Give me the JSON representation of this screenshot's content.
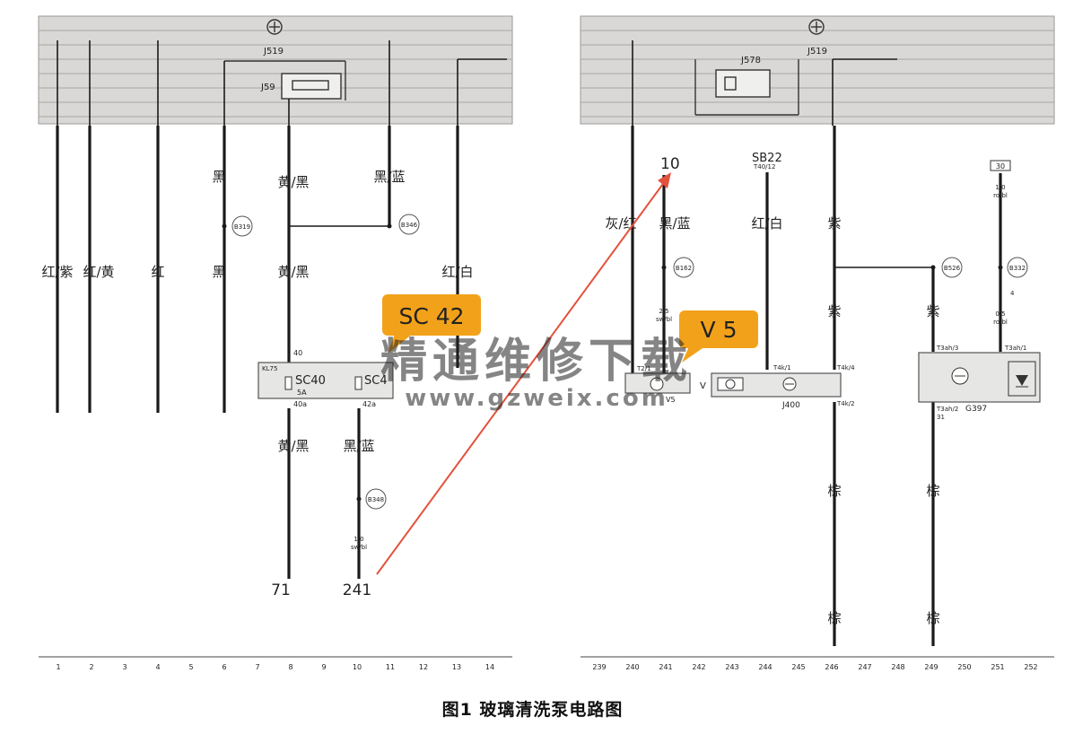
{
  "caption": "图1 玻璃清洗泵电路图",
  "watermark": {
    "text1": "精通维修下载",
    "text2": "www.gzweix.com"
  },
  "callouts": {
    "sc42": "SC 42",
    "v5": "V 5"
  },
  "colors": {
    "band": "#d9d8d6",
    "wire": "#1a1a1a",
    "callout": "#f2a21a",
    "arrow": "#e4513c",
    "watermark": "#f0a090",
    "box": "#e6e6e4"
  },
  "left": {
    "relays": {
      "j519": "J519",
      "j59": "J59"
    },
    "wires": {
      "c1": "红/紫",
      "c2": "红/黄",
      "c4": "红",
      "c6a": "黑",
      "c6b": "黑",
      "c8a": "黄/黑",
      "c8b": "黄/黑",
      "c8c": "黄/黑",
      "c11": "黑/蓝",
      "c10": "黑/蓝",
      "c13": "红/白"
    },
    "connectors": {
      "b319": "B319",
      "b346": "B346",
      "b348": "B348"
    },
    "fuse_box": {
      "kl75": "KL75",
      "sc40": "SC40",
      "sc40_rating": "5A",
      "sc42": "SC4",
      "pin40": "40",
      "pin40a": "40a",
      "pin42a": "42a"
    },
    "gauge": {
      "size": "1.0",
      "code": "sw/bl"
    },
    "refs": {
      "r71": "71",
      "r241": "241"
    },
    "ruler": [
      "1",
      "2",
      "3",
      "4",
      "5",
      "6",
      "7",
      "8",
      "9",
      "10",
      "11",
      "12",
      "13",
      "14"
    ]
  },
  "right": {
    "relays": {
      "j519": "J519",
      "j578": "J578"
    },
    "ref10": "10",
    "sb22": "SB22",
    "t40": "T40/12",
    "wires": {
      "c240": "灰/红",
      "c241": "黑/蓝",
      "c244": "红/白",
      "c246a": "紫",
      "c246b": "紫",
      "c249": "紫",
      "c246c": "棕",
      "c246d": "棕",
      "c249b": "棕",
      "c249c": "棕"
    },
    "connectors": {
      "b162": "B162",
      "b526": "B526",
      "b332": "B332"
    },
    "gauge241": {
      "size": "2.5",
      "code": "sw/bl"
    },
    "gauge251a": {
      "size": "1.0",
      "code": "ro/bl"
    },
    "gauge251b": {
      "size": "0.5",
      "code": "ro/bl"
    },
    "term30": "30",
    "pins": {
      "t2": "T2/1",
      "t4k1": "T4k/1",
      "t4k4": "T4k/4",
      "t4k2": "T4k/2",
      "t3a3": "T3ah/3",
      "t3a1": "T3ah/1",
      "t3a2": "T3ah/2",
      "p31": "31",
      "p4": "4"
    },
    "components": {
      "v5": "V5",
      "v": "V",
      "j400": "J400",
      "g397": "G397"
    },
    "ruler": [
      "239",
      "240",
      "241",
      "242",
      "243",
      "244",
      "245",
      "246",
      "247",
      "248",
      "249",
      "250",
      "251",
      "252"
    ]
  }
}
